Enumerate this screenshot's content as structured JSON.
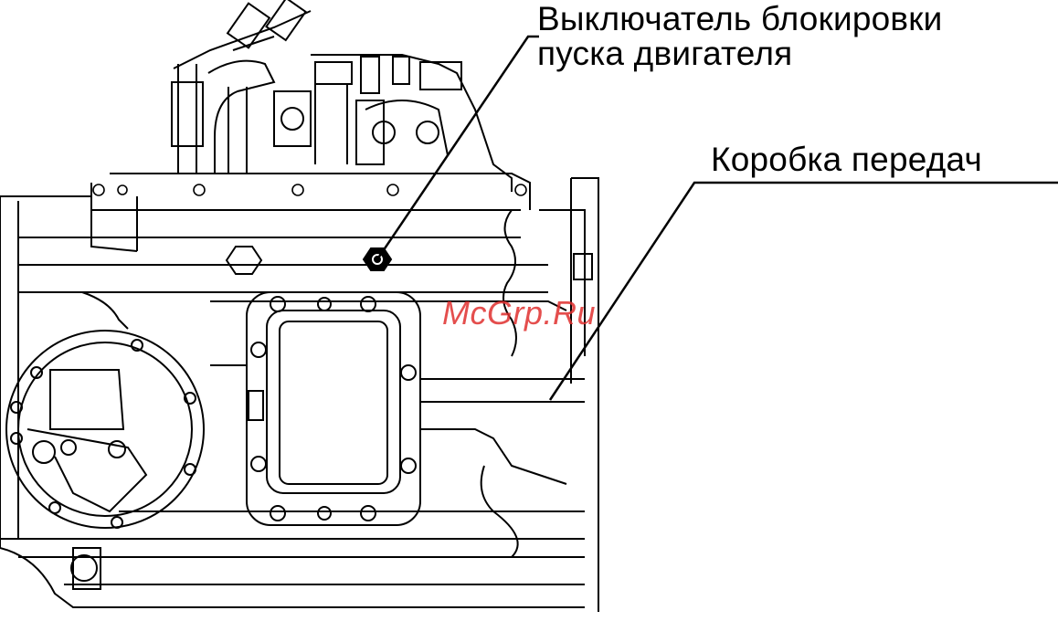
{
  "labels": {
    "switch_line1": "Выключатель блокировки",
    "switch_line2": "пуска двигателя",
    "gearbox": "Коробка передач"
  },
  "watermark": "McGrp.Ru",
  "colors": {
    "line": "#000000",
    "background": "#ffffff",
    "watermark": "#e0302f"
  }
}
